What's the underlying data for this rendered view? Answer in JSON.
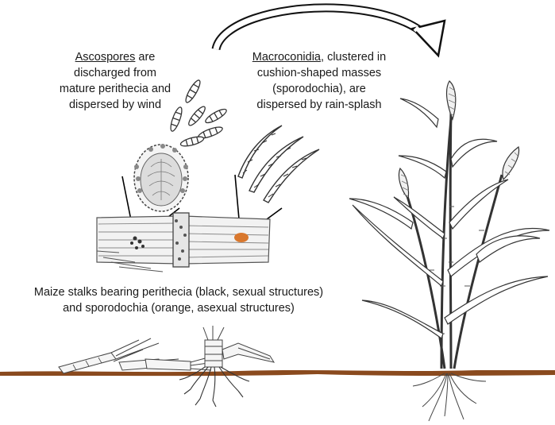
{
  "ascospores_caption": {
    "term": "Ascospores",
    "rest_line1": " are",
    "line2": "discharged from",
    "line3": "mature perithecia and",
    "line4": "dispersed by wind"
  },
  "macroconidia_caption": {
    "term": "Macroconidia",
    "rest_line1": ", clustered in",
    "line2": "cushion-shaped masses",
    "line3": "(sporodochia), are",
    "line4": "dispersed by rain-splash"
  },
  "maize_caption": {
    "line1": "Maize stalks bearing perithecia (black, sexual structures)",
    "line2": "and sporodochia (orange, asexual structures)"
  },
  "colors": {
    "soil": "#8a4a1e",
    "sporodochium": "#d9782e",
    "ink": "#222222"
  }
}
